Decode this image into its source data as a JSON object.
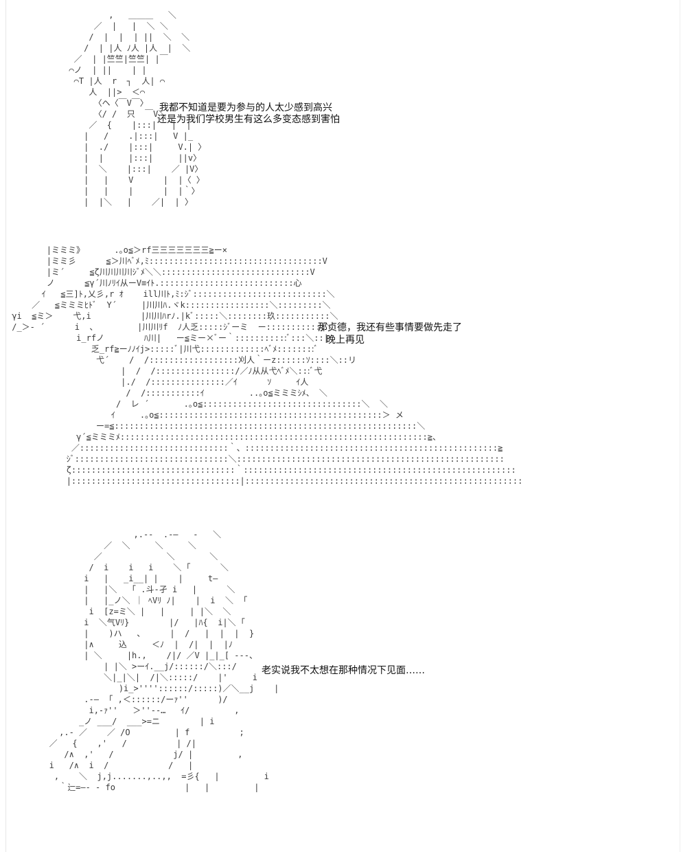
{
  "panels": [
    {
      "art": "          ,   ＿＿＿   ＼\n       ／  |   |  ＼ ＼\n      /  |  |  | ||  ＼  ＼\n     /  | |人 ﾉ人 |人  |  ＼\n   ／  | |竺竺|竺竺| |￣\n  ⌒ノ  | ||    | |\n   ⌒T |人  r  ┐  人| ⌒\n      人  ||>  ＜⌒\n       〈ヘ〈￣V￣〉\n       〈/ /  只  ￣V＼\n      ／  {    |:::|   |  |\n     |   /    .|:::|   V |_\n     |  ./    |:::|     V.| 〉\n     |  |     |:::|     ||v〉\n     |  ＼    |:::|    ／ |V〉\n     |   |    V      |  |〈 〉\n     |   |    |      |  |｀〉\n     |  |＼   |    ／|  | 〉",
      "captions": [
        "我都不知道是要为参与的人太少感到高兴",
        "还是为我们学校男生有这么多变态感到害怕"
      ]
    },
    {
      "art": "        |ミミミ》      .｡o≦＞rf三三三三三三三≧ー×\n        |ミミ彡      ≦＞川ﾍﾞﾒ,ﾐ:::::::::::::::::::::::::::::::::::V\n        |ミ´     ≦ζ川川川川ｼﾞﾒ＼＼::::::::::::::::::::::::::::::V\n        ノ      ≦γ´川ﾉﾘｲ从ーV≡ｲﾄ.:::::::::::::::::::::::::::心\n       ｲ   ≦三]ﾄ,乂彡,r ｵ    ill川ﾄ,ﾐ:ｼﾞ:::::::::::::::::::::::::::＼\n     ／   ≦ミミミﾋﾄﾞ  Y´     |川川ﾊ.ヾk:::::::::::::::::＼:::::::::＼\n γi  ≦ミ＞    弋,i          |川川ﾊrﾉ.|kﾞ:::::＼::::::::玖:::::::::::＼\n /_＞- ´      i  、        |川川ﾘf  ﾉ人乏:::::ｼﾞーミ  ー::::::::::::＼\n              i_rfノ        ﾊ川|   ー≦ミー×ﾞー｀:::::::::::ﾞ:::＼::|\n                 乏_rf≧ーﾉﾉｲj>:::::ﾞ|川弋:::::::::::::ﾍﾞﾒ::::::::ﾞ\n                  弋´    /  /::::::::::::::::::刈人｀ーz::::::ｿ::::＼::リ\n                       |  /  /::::::::::::::::/／ﾉ从从弋ﾍﾞﾒ＼:::ﾞ弋\n                       |./  /:::::::::::::::／ｲ      ｿ     ｲ人\n                        /  /:::::::::::ｲ         ..｡o≦ミミミｼﾒ、 ＼\n                      /  レ ´       .｡o≦::::::::::::::::::::::::::::::::＼  ＼\n                     ｲ     .｡o≦:::::::::::::::::::::::::::::::::::::::::::::＞ メ\n                  ー=≦:::::::::::::::::::::::::::::::::::::::::::::::::::::::::::::＼\n              γ´≦ミミミﾒ::::::::::::::::::::::::::::::::::::::::::::::::::::::::::::::≧、\n             ／::::::::::::::::::::::::::::::｀、:::::::::::::::::::::::::::::::::::::::::::::::::::≧\n            ｼﾞ:::::::::::::::::::::::::::::::＼::::::::::::::::::::::::::::::::::::::::::::::::::::::\n            ζ:::::::::::::::::::::::::::::::::｀:::::::::::::::::::::::::::::::::::::::::::::::::::::::\n            |::::::::::::::::::::::::::::::::::|::::::::::::::::::::::::::::::::::::::::::::::::::::::::",
      "captions": [
        "那贞德，我还有些事情要做先走了",
        "晚上再见"
      ]
    },
    {
      "art": "                    ,.--  .-―   ‐   ＼\n              ／  ＼     ＼     ＼\n            ／             ＼       ＼\n           /  i    i   i    ＼ ｢      ＼\n          i   |   _i__| |    |     t―\n          |   |＼   ｢ .斗-孑 i   |      ＼\n          |   |_ノ＼ ｜ ﾍVﾘ ﾉ|    |  i  ＼  ｢\n           i  [z=ミ＼ |   |     | |＼  ＼\n          i  ＼气Vﾘ}        |/   |ﾊ{  i|＼ ｢\n          |    )ハ   、     |  /   |  |  |  }\n          |∧     込     ＜ﾉ  |  /|  |  |ﾉ\n          | ＼     |h.,    /|/ ／V |_|_[ ---、\n              | |＼ >ーｲ.__j/::::::/＼:::/\n              ＼|_|＼|  /|＼:::::/    |'     i\n                 )i_>''''::::::/:::::)／＼__j    |\n          .-―  ｢ ,＜::::::/ーｧ''      )/\n           i,-ｧ''   ＞''‐-…   ｲ/         ,\n         _ノ ___/  ___>=ニ        | i\n     ,.- ／    ／ /O         | f          ;\n   ／   {    ,'   /          | /|\n      /∧  ,'   /            j/ |         ,\n   i   /∧  i  /            /   |\n    ,    ＼  j,j.......,..,,  =彡{   |         i\n     ｀辷=―‐ - fo              |   |         |",
      "captions": [
        "老实说我不太想在那种情况下见面……"
      ]
    }
  ]
}
